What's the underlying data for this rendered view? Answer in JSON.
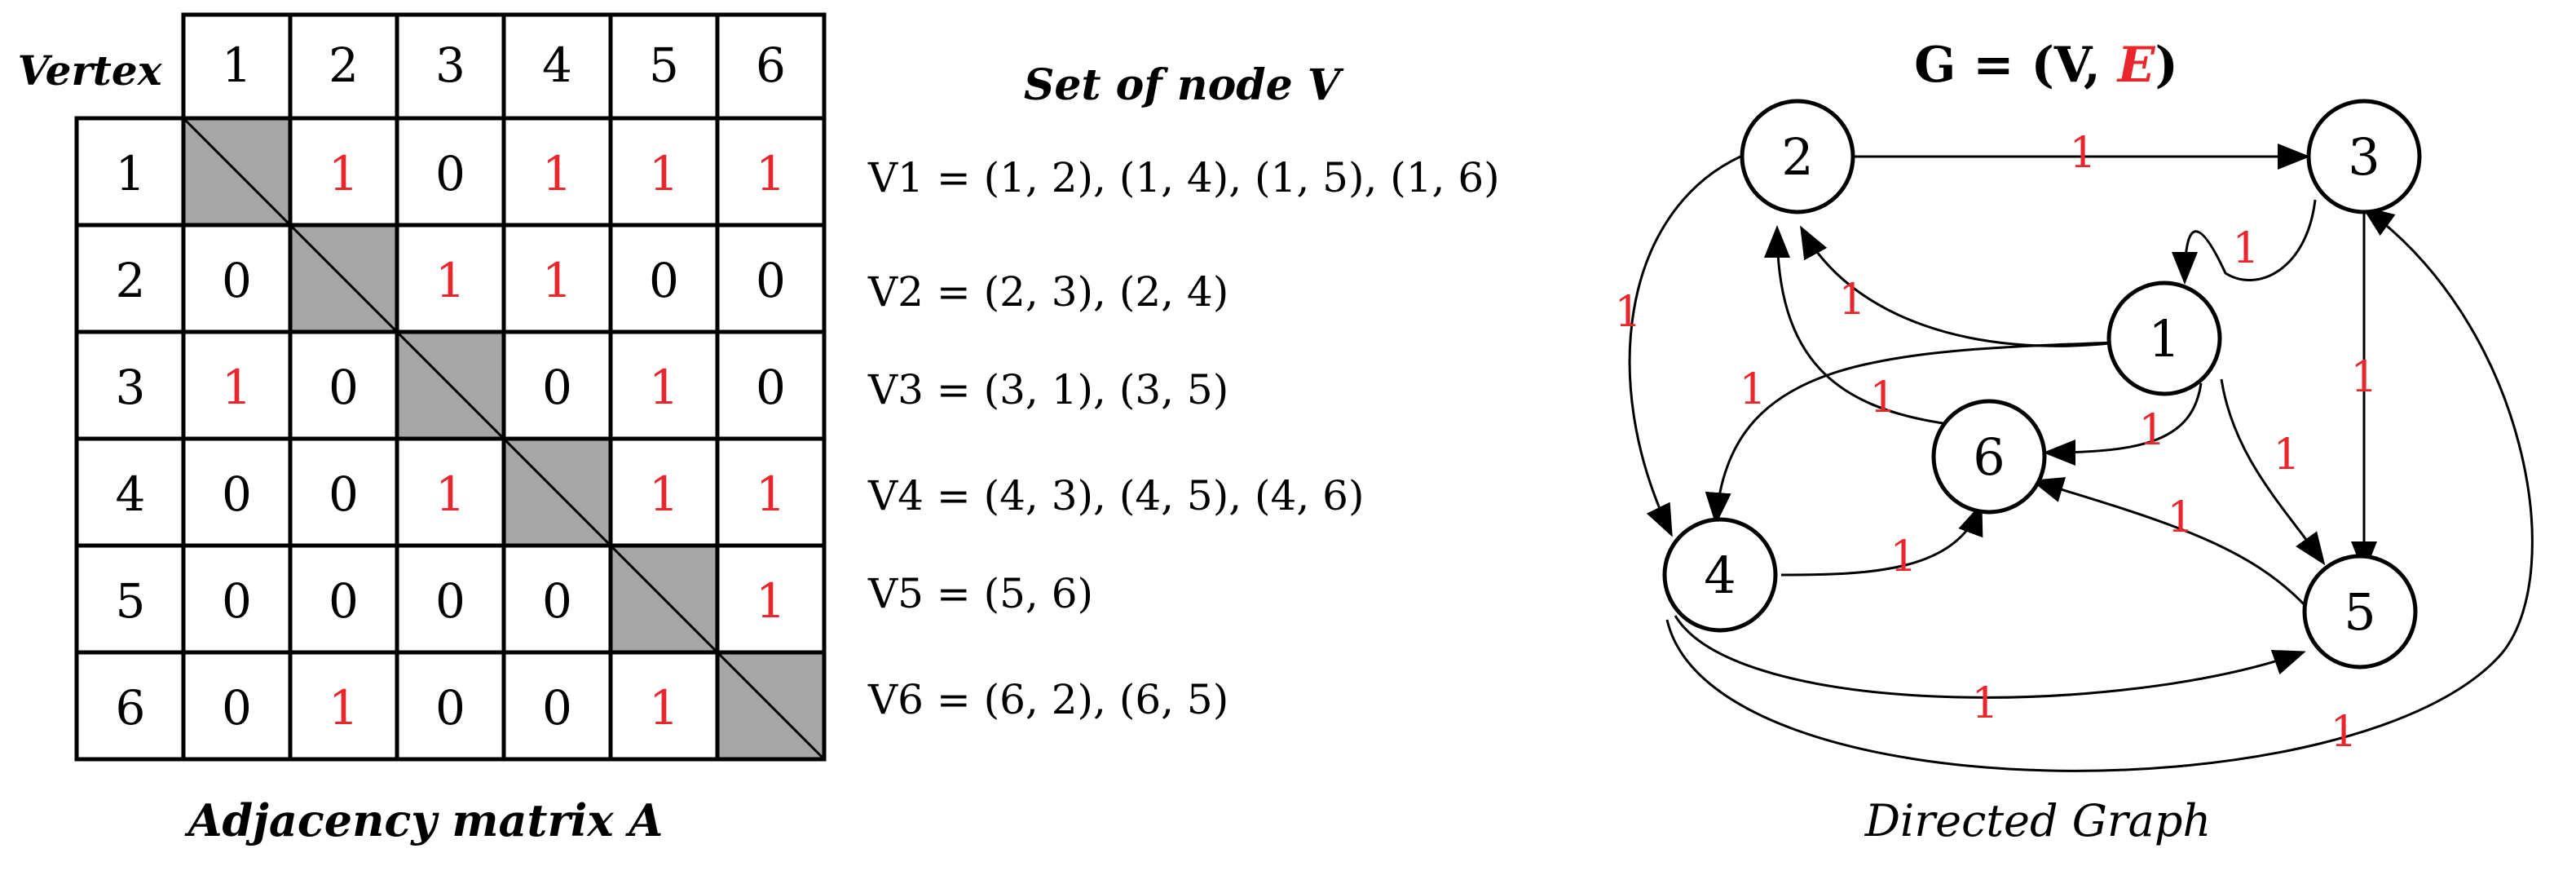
{
  "colors": {
    "black": "#000000",
    "red": "#e8262b",
    "gray": "#a6a6a6",
    "white": "#ffffff"
  },
  "matrix": {
    "header_label": "Vertex",
    "col_labels": [
      "1",
      "2",
      "3",
      "4",
      "5",
      "6"
    ],
    "row_labels": [
      "1",
      "2",
      "3",
      "4",
      "5",
      "6"
    ],
    "cells": [
      [
        "",
        "1",
        "0",
        "1",
        "1",
        "1"
      ],
      [
        "0",
        "",
        "1",
        "1",
        "0",
        "0"
      ],
      [
        "1",
        "0",
        "",
        "0",
        "1",
        "0"
      ],
      [
        "0",
        "0",
        "1",
        "",
        "1",
        "1"
      ],
      [
        "0",
        "0",
        "0",
        "0",
        "",
        "1"
      ],
      [
        "0",
        "1",
        "0",
        "0",
        "1",
        ""
      ]
    ],
    "caption": "Adjacency matrix A"
  },
  "node_sets": {
    "title": "Set of node V",
    "lines": [
      "V1 = (1, 2), (1, 4), (1, 5), (1, 6)",
      "V2 = (2, 3), (2, 4)",
      "V3 = (3, 1), (3, 5)",
      "V4 = (4, 3), (4, 5), (4, 6)",
      "V5 = (5, 6)",
      "V6 = (6, 2), (6, 5)"
    ]
  },
  "graph": {
    "title_prefix": "G = (V, ",
    "title_red": "E",
    "title_suffix": ")",
    "nodes": [
      "1",
      "2",
      "3",
      "4",
      "5",
      "6"
    ],
    "edges": [
      {
        "from": "1",
        "to": "2",
        "weight": "1"
      },
      {
        "from": "1",
        "to": "4",
        "weight": "1"
      },
      {
        "from": "1",
        "to": "5",
        "weight": "1"
      },
      {
        "from": "1",
        "to": "6",
        "weight": "1"
      },
      {
        "from": "2",
        "to": "3",
        "weight": "1"
      },
      {
        "from": "2",
        "to": "4",
        "weight": "1"
      },
      {
        "from": "3",
        "to": "1",
        "weight": "1"
      },
      {
        "from": "3",
        "to": "5",
        "weight": "1"
      },
      {
        "from": "4",
        "to": "3",
        "weight": "1"
      },
      {
        "from": "4",
        "to": "5",
        "weight": "1"
      },
      {
        "from": "4",
        "to": "6",
        "weight": "1"
      },
      {
        "from": "5",
        "to": "6",
        "weight": "1"
      },
      {
        "from": "6",
        "to": "2",
        "weight": "1"
      }
    ],
    "caption": "Directed Graph"
  }
}
